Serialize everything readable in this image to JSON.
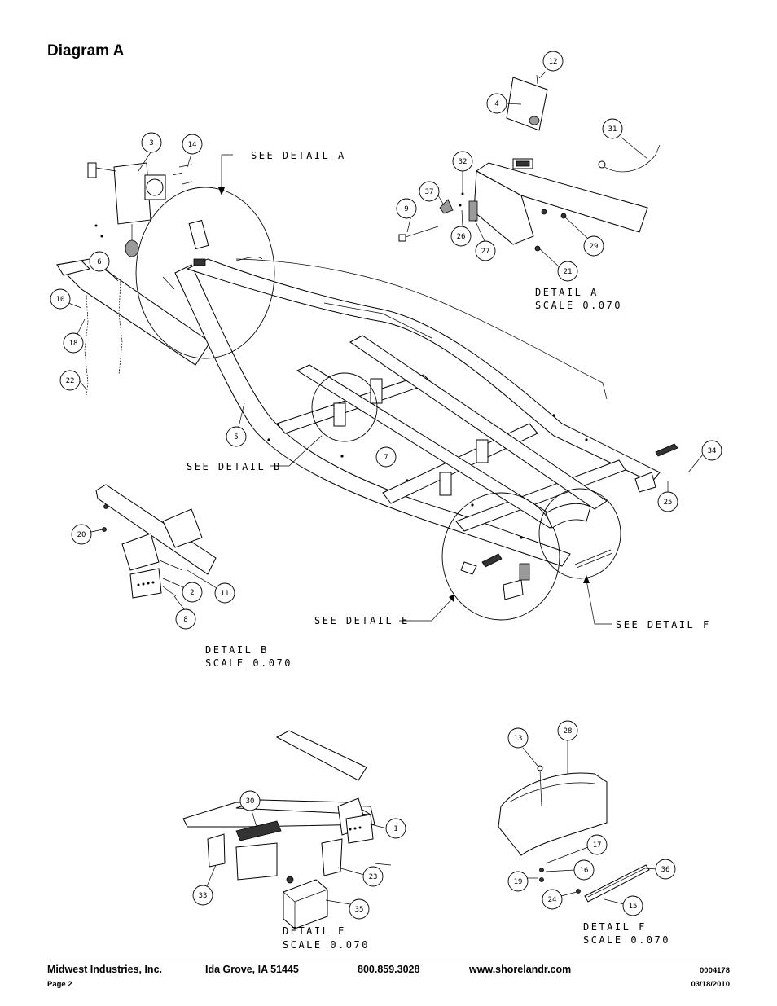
{
  "page": {
    "title": "Diagram A"
  },
  "detail_labels": {
    "see_detail_a": "SEE DETAIL A",
    "see_detail_b": "SEE DETAIL B",
    "see_detail_e": "SEE DETAIL E",
    "see_detail_f": "SEE DETAIL F",
    "detail_a": "DETAIL A",
    "detail_a_scale": "SCALE 0.070",
    "detail_b": "DETAIL B",
    "detail_b_scale": "SCALE 0.070",
    "detail_e": "DETAIL E",
    "detail_e_scale": "SCALE 0.070",
    "detail_f": "DETAIL F",
    "detail_f_scale": "SCALE 0.070"
  },
  "callouts": [
    "12",
    "4",
    "31",
    "3",
    "14",
    "32",
    "37",
    "9",
    "26",
    "27",
    "29",
    "21",
    "6",
    "10",
    "18",
    "22",
    "5",
    "7",
    "34",
    "25",
    "20",
    "11",
    "2",
    "8",
    "13",
    "28",
    "17",
    "16",
    "19",
    "36",
    "24",
    "15",
    "30",
    "1",
    "33",
    "23",
    "35"
  ],
  "footer": {
    "company": "Midwest Industries, Inc.",
    "location": "Ida Grove, IA  51445",
    "phone": "800.859.3028",
    "website": "www.shorelandr.com",
    "doc_number": "0004178",
    "page": "Page 2",
    "date": "03/18/2010"
  }
}
